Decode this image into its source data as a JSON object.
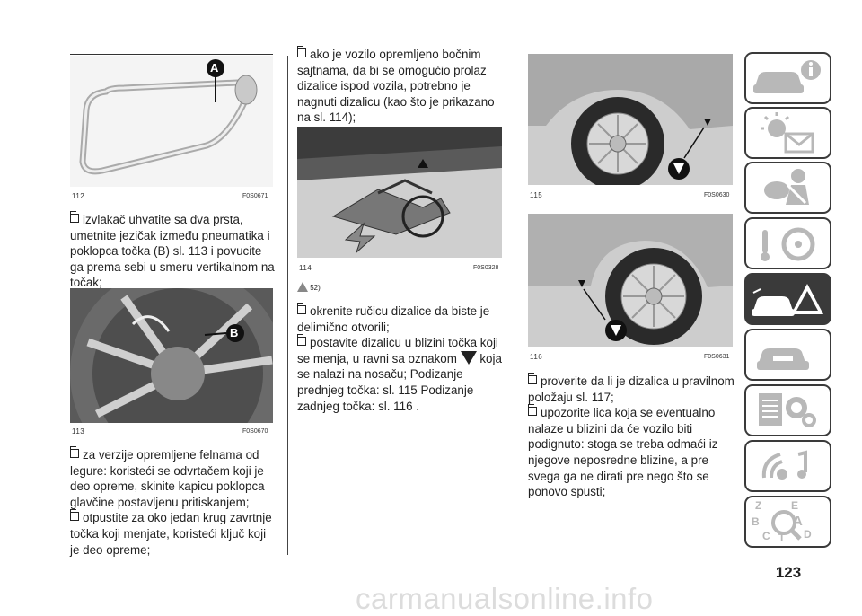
{
  "figures": {
    "fig112": {
      "number": "112",
      "code": "F0S0671",
      "callout": "A"
    },
    "fig113": {
      "number": "113",
      "code": "F0S0670",
      "callout": "B"
    },
    "fig114": {
      "number": "114",
      "code": "F0S0328"
    },
    "fig115": {
      "number": "115",
      "code": "F0S0630"
    },
    "fig116": {
      "number": "116",
      "code": "F0S0631"
    }
  },
  "column1": {
    "p1": "izvlakač uhvatite sa dva prsta, umetnite jezičak između pneumatika i poklopca točka (B) sl. 113 i povucite ga prema sebi u smeru vertikalnom na točak;",
    "p2": "za verzije opremljene felnama od legure: koristeći se odvrtačem koji je deo opreme, skinite kapicu poklopca glavčine postavljenu pritiskanjem;",
    "p3": "otpustite za oko jedan krug zavrtnje točka koji menjate, koristeći ključ koji je deo opreme;"
  },
  "column2": {
    "p1": "ako je vozilo opremljeno bočnim sajtnama, da bi se omogućio prolaz dizalice ispod vozila, potrebno je nagnuti dizalicu (kao što je prikazano na sl. 114);",
    "warning_ref": "52)",
    "p2": "okrenite ručicu dizalice da biste je delimično otvorili;",
    "p3_a": "postavite dizalicu u blizini točka koji se menja, u ravni sa oznakom",
    "p3_b": "koja se nalazi na nosaču; Podizanje prednjeg točka: sl. 115 Podizanje zadnjeg točka: sl. 116 ."
  },
  "column3": {
    "p1": "proverite da li je dizalica u pravilnom položaju sl. 117;",
    "p2": "upozorite lica koja se eventualno nalaze u blizini da će vozilo biti podignuto: stoga se treba odmaći iz njegove neposredne blizine, a pre svega ga ne dirati pre nego što se ponovo spusti;"
  },
  "sidebar": {
    "tabs": [
      {
        "icon": "car-info-icon"
      },
      {
        "icon": "warning-lights-icon"
      },
      {
        "icon": "safety-airbag-icon"
      },
      {
        "icon": "starting-driving-icon"
      },
      {
        "icon": "emergency-icon",
        "active": true
      },
      {
        "icon": "maintenance-icon"
      },
      {
        "icon": "technical-data-icon"
      },
      {
        "icon": "multimedia-icon"
      },
      {
        "icon": "index-icon"
      }
    ],
    "index_letters": [
      "Z",
      "E",
      "B",
      "A",
      "C",
      "T",
      "D"
    ]
  },
  "page_number": "123",
  "watermark": "carmanualsonline.info",
  "colors": {
    "active_tab": "#3a3a3a",
    "text": "#222222"
  }
}
